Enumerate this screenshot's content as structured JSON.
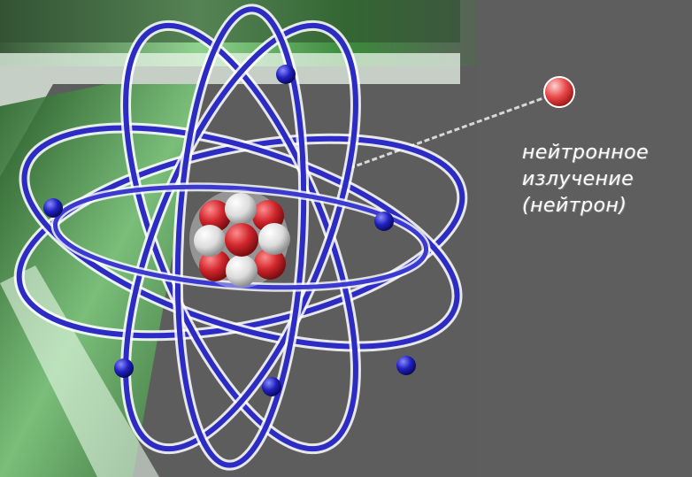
{
  "label": {
    "line1": "нейтронное",
    "line2": "излучение",
    "line3": "(нейтрон)"
  },
  "colors": {
    "background": "#5d5d5d",
    "orbit": "#2c2cc4",
    "orbit_glow": "#ffffff",
    "proton": "#c41e24",
    "neutron": "#e8e8e8",
    "electron": "#1a1ab0",
    "emitted_neutron": "#e84848"
  }
}
